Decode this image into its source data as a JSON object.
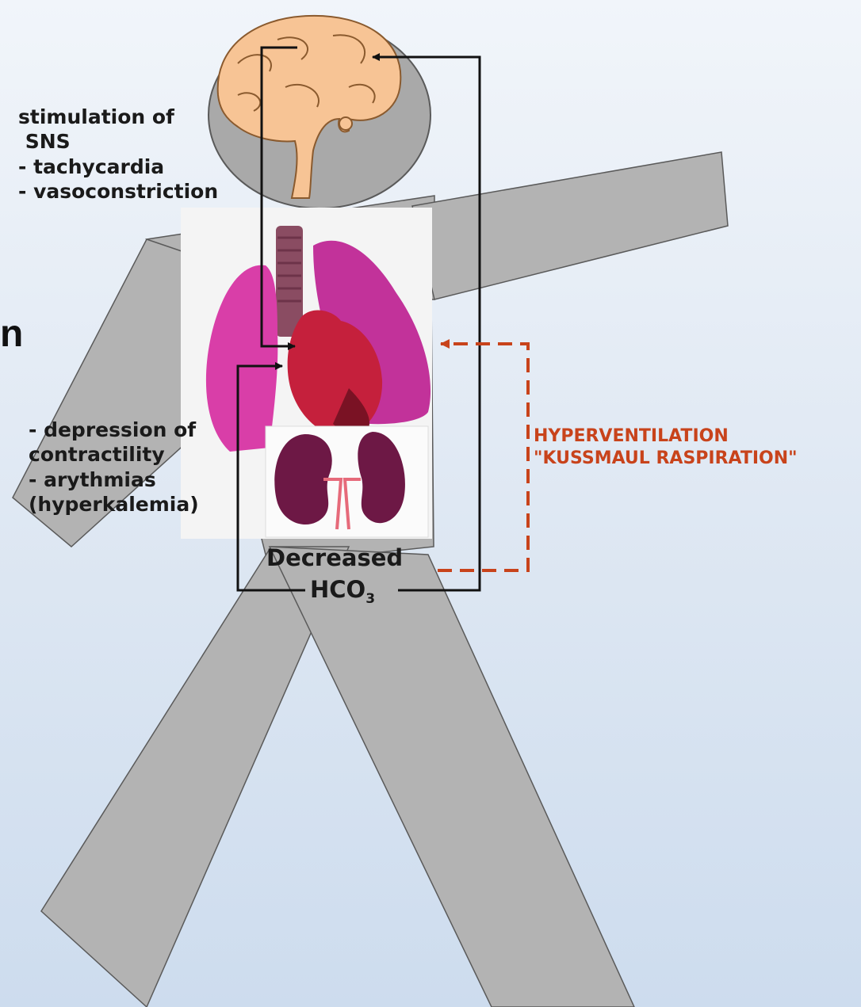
{
  "labels": {
    "stray_letter": "n",
    "sns_effects": "stimulation of\n SNS\n- tachycardia\n- vasoconstriction",
    "heart_effects": "- depression of\ncontractility\n- arythmias\n(hyperkalemia)",
    "decreased": "Decreased",
    "hco3_base": "HCO",
    "hco3_sub": "3",
    "hyperventilation": "HYPERVENTILATION\n\"KUSSMAUL RASPIRATION\""
  },
  "colors": {
    "figure": "#b3b3b3",
    "figure_outline": "#5a5a5a",
    "head": "#a9a9a9",
    "brain": "#f7c495",
    "lung": "#d93ea8",
    "heart": "#c5203c",
    "kidney": "#6d1845",
    "arrow_solid": "#111111",
    "arrow_dashed": "#c8431b"
  }
}
